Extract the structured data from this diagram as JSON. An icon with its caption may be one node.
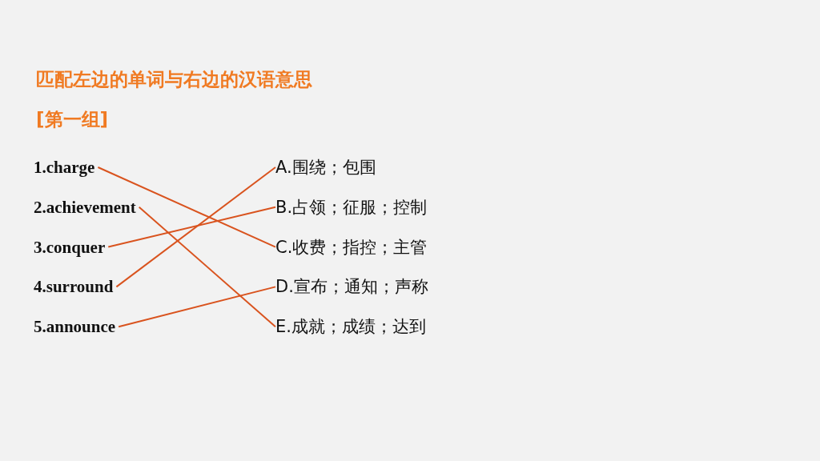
{
  "diagram": {
    "title": "匹配左边的单词与右边的汉语意思",
    "nodes": [
      {
        "text": [
          "1.charge"
        ]
      },
      {
        "text": [
          "2.achievement"
        ]
      },
      {
        "text": [
          "3.conquer"
        ]
      },
      {
        "text": [
          "4.surround"
        ]
      },
      {
        "text": [
          "5.announce"
        ]
      },
      {
        "text": [
          "A.围绕；包围"
        ]
      },
      {
        "text": [
          "B.占领；征服；控制"
        ]
      },
      {
        "text": [
          "C.收费；指控；主管"
        ]
      },
      {
        "text": [
          "D.宣布；通知；声称"
        ]
      },
      {
        "text": [
          "E.成就；成绩；达到"
        ]
      }
    ],
    "edges": [
      {
        "from": 0,
        "to": 7,
        "arrow": "none"
      },
      {
        "from": 1,
        "to": 9,
        "arrow": "none"
      },
      {
        "from": 2,
        "to": 6,
        "arrow": "none"
      },
      {
        "from": 3,
        "to": 5,
        "arrow": "none"
      },
      {
        "from": 4,
        "to": 8,
        "arrow": "none"
      }
    ],
    "labels": [
      "[第一组]"
    ]
  }
}
